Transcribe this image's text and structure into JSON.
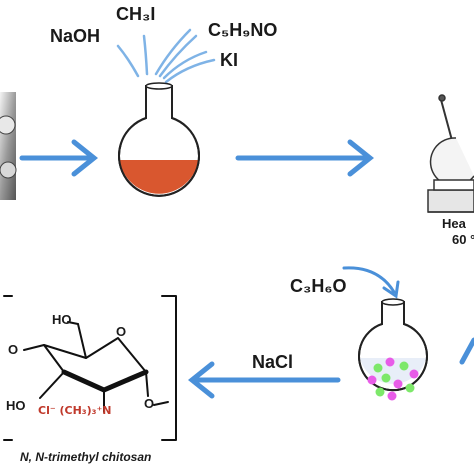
{
  "top_reagents": {
    "naoh": "NaOH",
    "ch3i": "CH₃I",
    "c5h9no": "C₅H₉NO",
    "ki": "KI"
  },
  "heat_label": "Hea",
  "heat_temp": "60 °",
  "bottom_reagent_acetone": "C₃H₆O",
  "bottom_reagent_nacl": "NaCl",
  "structure": {
    "oh_top": "HO",
    "o_left": "O",
    "ho_bottom": "HO",
    "ring_o": "O",
    "substituent": "Cl⁻ (CH₃)₃⁺N",
    "methyl_o": "O",
    "caption": "N, N-trimethyl chitosan"
  },
  "colors": {
    "arrow": "#4a90d9",
    "flask_fill_red": "#d9572f",
    "flask_outline": "#222222",
    "bubble_pink": "#e85ce8",
    "bubble_green": "#7de86a",
    "substituent_text": "#c0392b"
  }
}
